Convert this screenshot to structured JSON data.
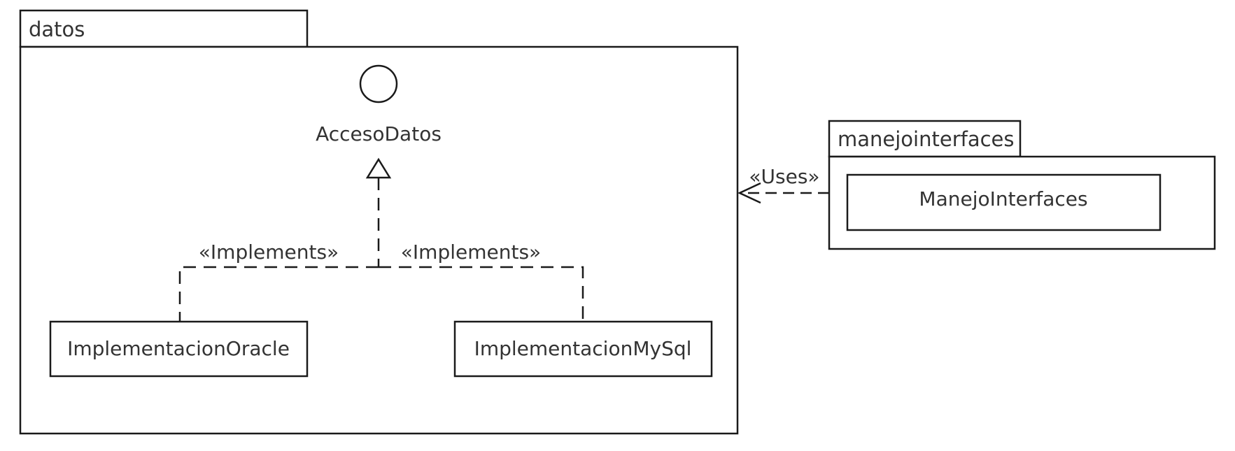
{
  "packages": {
    "datos": {
      "name": "datos"
    },
    "manejointerfaces": {
      "name": "manejointerfaces"
    }
  },
  "interface": {
    "name": "AccesoDatos"
  },
  "classes": {
    "oracle": {
      "name": "ImplementacionOracle"
    },
    "mysql": {
      "name": "ImplementacionMySql"
    },
    "manejo": {
      "name": "ManejoInterfaces"
    }
  },
  "relations": {
    "implements_left": "«Implements»",
    "implements_right": "«Implements»",
    "uses": "«Uses»"
  },
  "colors": {
    "line": "#1a1a1a",
    "text": "#333333",
    "background": "#ffffff"
  }
}
